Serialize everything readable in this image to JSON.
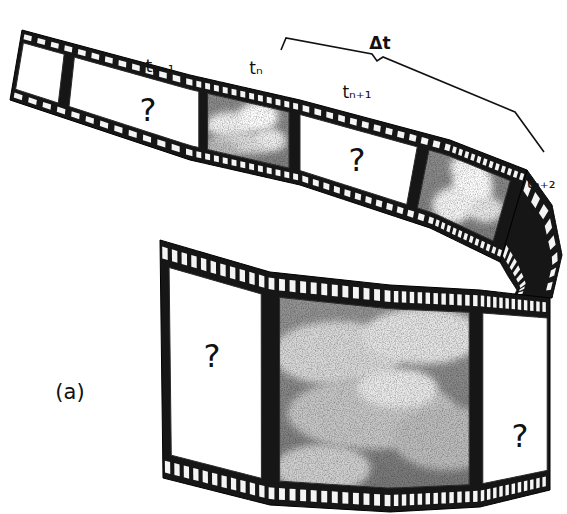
{
  "diagram": {
    "nodes": [
      {
        "text": [
          "?"
        ]
      },
      {
        "text": [
          "?"
        ]
      },
      {
        "text": [
          "?"
        ]
      },
      {
        "text": [
          "?"
        ]
      }
    ],
    "labels": [
      "tₙ₋₁",
      "tₙ",
      "Δt",
      "tₙ₊₁",
      "tₙ₊₂",
      "(a)"
    ]
  }
}
